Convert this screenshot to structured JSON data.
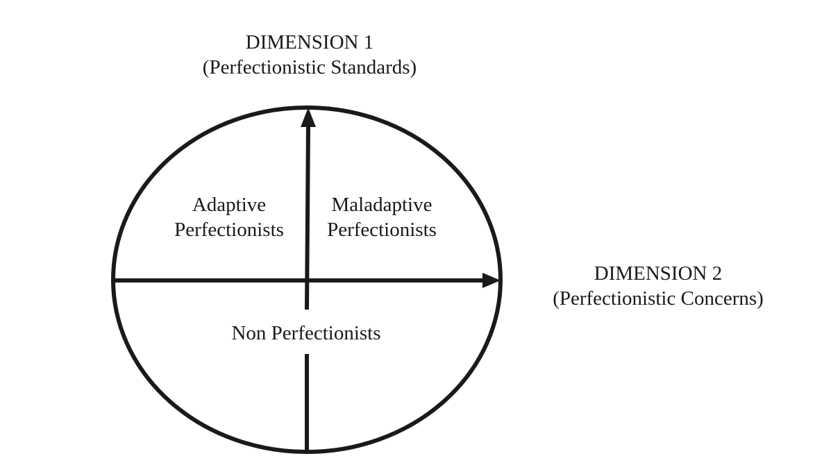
{
  "dimension1": {
    "title": "DIMENSION 1",
    "subtitle": "(Perfectionistic Standards)"
  },
  "dimension2": {
    "title": "DIMENSION 2",
    "subtitle": "(Perfectionistic Concerns)"
  },
  "quadrants": {
    "upper_left": [
      "Adaptive",
      "Perfectionists"
    ],
    "upper_right": [
      "Maladaptive",
      "Perfectionists"
    ],
    "bottom": "Non Perfectionists"
  },
  "colors": {
    "stroke": "#1a1a1a",
    "background": "#ffffff"
  }
}
